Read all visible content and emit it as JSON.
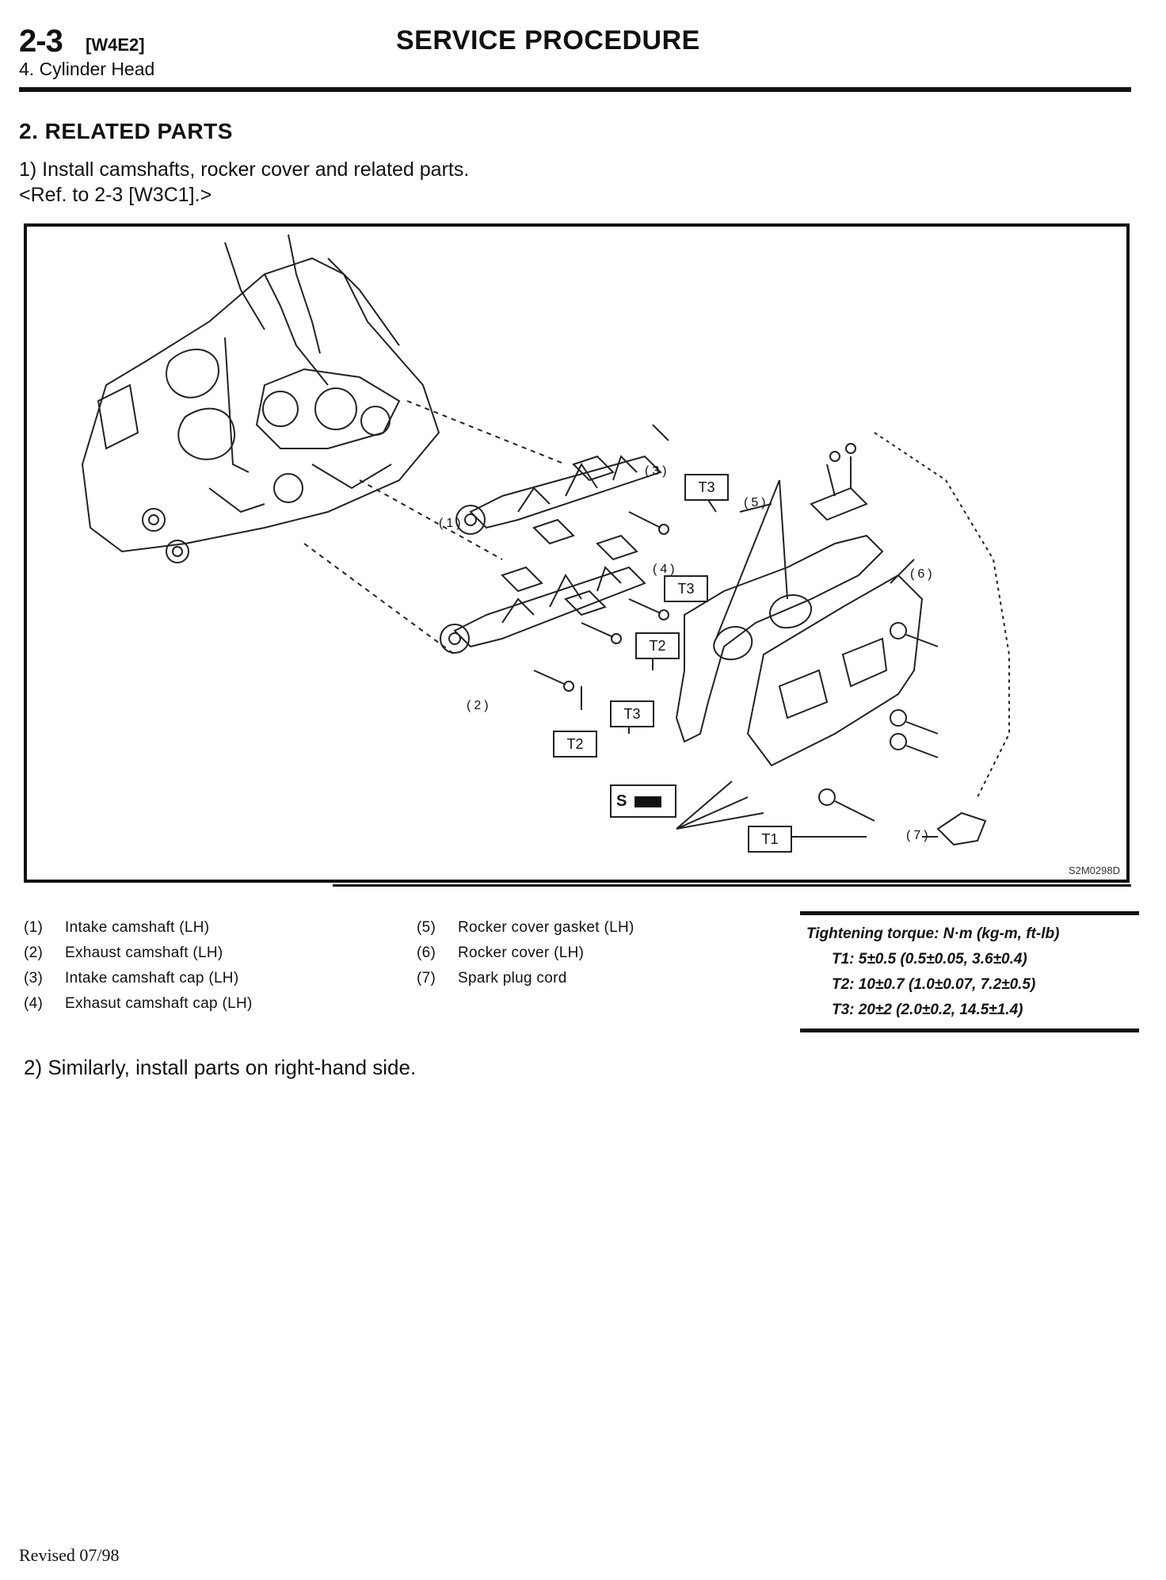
{
  "header": {
    "page_number": "2-3",
    "page_code": "[W4E2]",
    "subsection": "4.  Cylinder Head",
    "title": "SERVICE PROCEDURE"
  },
  "section": {
    "heading": "2.  RELATED PARTS",
    "step1_text": "1)  Install camshafts, rocker cover and related parts.",
    "step1_ref": "<Ref. to 2-3 [W3C1].>",
    "step2_text": "2)  Similarly, install parts on right-hand side."
  },
  "figure": {
    "code": "S2M0298D",
    "callouts": {
      "n1": "(1)",
      "n2": "(2)",
      "n3": "(3)",
      "n4": "(4)",
      "n5": "(5)",
      "n6": "(6)",
      "n7": "(7)",
      "t3a": "T3",
      "t3b": "T3",
      "t3c": "T3",
      "t2a": "T2",
      "t2b": "T2",
      "t1": "T1",
      "seal_mark": "S"
    }
  },
  "legend": {
    "left": [
      {
        "num": "(1)",
        "label": "Intake camshaft (LH)"
      },
      {
        "num": "(2)",
        "label": "Exhaust camshaft (LH)"
      },
      {
        "num": "(3)",
        "label": "Intake camshaft cap (LH)"
      },
      {
        "num": "(4)",
        "label": "Exhasut camshaft cap (LH)"
      }
    ],
    "right": [
      {
        "num": "(5)",
        "label": "Rocker cover gasket (LH)"
      },
      {
        "num": "(6)",
        "label": "Rocker cover (LH)"
      },
      {
        "num": "(7)",
        "label": "Spark plug cord"
      }
    ]
  },
  "torque": {
    "heading": "Tightening torque: N·m (kg-m, ft-lb)",
    "t1": "T1:  5±0.5 (0.5±0.05, 3.6±0.4)",
    "t2": "T2:  10±0.7 (1.0±0.07, 7.2±0.5)",
    "t3": "T3:  20±2 (2.0±0.2, 14.5±1.4)"
  },
  "footer": {
    "revised": "Revised 07/98"
  }
}
